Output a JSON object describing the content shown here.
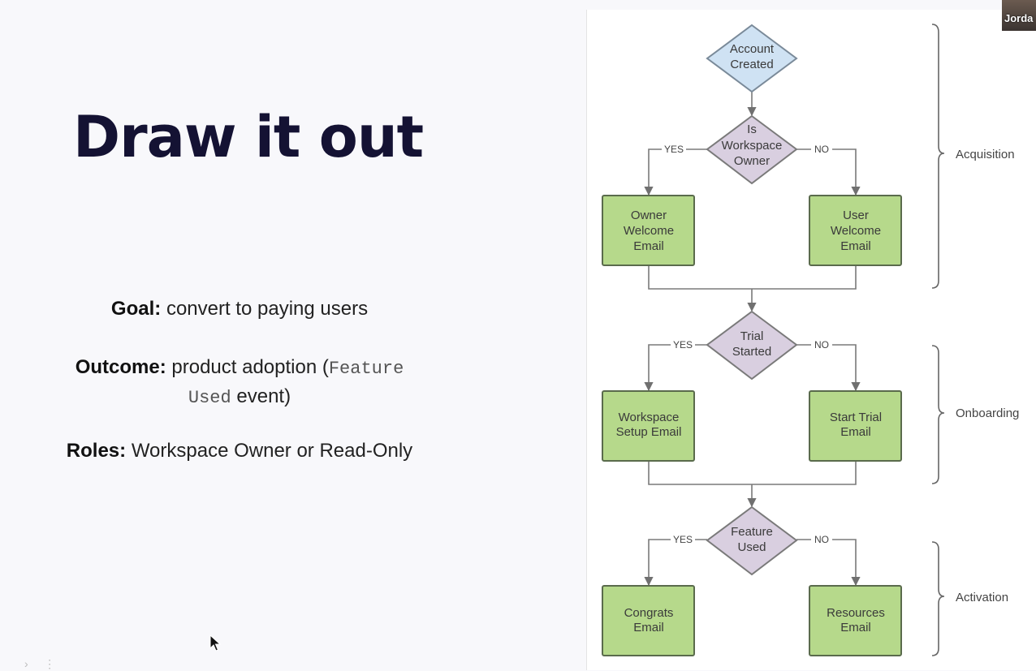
{
  "slide": {
    "title": "Draw it out",
    "goal_label": "Goal:",
    "goal_text": "convert to paying users",
    "outcome_label": "Outcome:",
    "outcome_text_1": "product adoption (",
    "outcome_code_1": "Feature",
    "outcome_code_2": "Used",
    "outcome_text_2": "event)",
    "roles_label": "Roles:",
    "roles_text": "Workspace Owner or Read-Only"
  },
  "diagram": {
    "start_1": "Account",
    "start_2": "Created",
    "decision1_1": "Is",
    "decision1_2": "Workspace",
    "decision1_3": "Owner",
    "decision2_1": "Trial",
    "decision2_2": "Started",
    "decision3_1": "Feature",
    "decision3_2": "Used",
    "yes": "YES",
    "no": "NO",
    "owner_1": "Owner",
    "owner_2": "Welcome",
    "owner_3": "Email",
    "user_1": "User",
    "user_2": "Welcome",
    "user_3": "Email",
    "setup_1": "Workspace",
    "setup_2": "Setup Email",
    "trial_1": "Start Trial",
    "trial_2": "Email",
    "congrats_1": "Congrats",
    "congrats_2": "Email",
    "resources_1": "Resources",
    "resources_2": "Email",
    "stage_acquisition": "Acquisition",
    "stage_onboarding": "Onboarding",
    "stage_activation": "Activation"
  },
  "video": {
    "participant_name": "Jorda"
  },
  "colors": {
    "start_fill": "#cfe2f3",
    "decision_fill": "#d9cfe0",
    "action_fill": "#b6d98b",
    "action_stroke": "#5a6b4c",
    "title_color": "#141233"
  }
}
